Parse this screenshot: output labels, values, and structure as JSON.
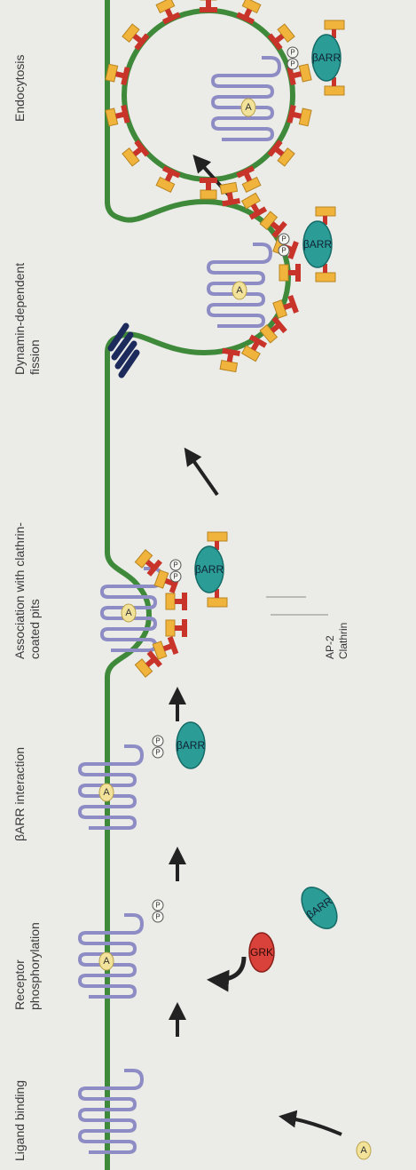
{
  "stages": [
    {
      "id": "ligand-binding",
      "label": "Ligand binding"
    },
    {
      "id": "receptor-phosphorylation",
      "label": "Receptor phosphorylation"
    },
    {
      "id": "barr-interaction",
      "label": "βARR interaction"
    },
    {
      "id": "clathrin-association",
      "label": "Association with clathrin-coated pits"
    },
    {
      "id": "dynamin-fission",
      "label": "Dynamin-dependent fission"
    },
    {
      "id": "endocytosis",
      "label": "Endocytosis"
    }
  ],
  "molecules": {
    "ligand": "A",
    "phosphate": "P",
    "kinase": "GRK",
    "arrestin": "βARR"
  },
  "callouts": {
    "ap2": "AP-2",
    "clathrin": "Clathrin"
  },
  "colors": {
    "membrane": "#3f8a3a",
    "receptor": "#8d8cc4",
    "ligand": "#f3e39a",
    "grk": "#d9423a",
    "arrestin": "#2b9c96",
    "ap2": "#f0b43c",
    "clathrin": "#c8342a",
    "dynamin": "#1d2a5c"
  }
}
